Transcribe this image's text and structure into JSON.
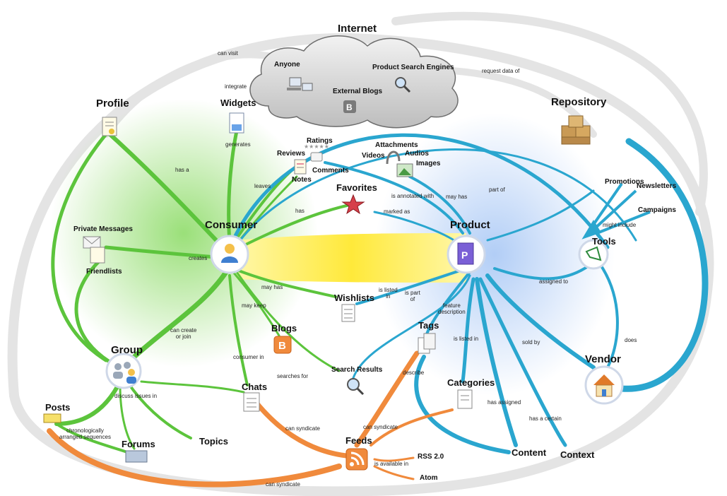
{
  "nodes": {
    "internet": "Internet",
    "anyone": "Anyone",
    "product_search_engines": "Product Search Engines",
    "external_blogs": "External Blogs",
    "profile": "Profile",
    "widgets": "Widgets",
    "repository": "Repository",
    "ratings": "Ratings",
    "reviews": "Reviews",
    "comments": "Comments",
    "notes": "Notes",
    "attachments": "Attachments",
    "videos": "Videos",
    "audios": "Audios",
    "images": "Images",
    "favorites": "Favorites",
    "promotions": "Promotions",
    "newsletters": "Newsletters",
    "campaigns": "Campaigns",
    "private_messages": "Private Messages",
    "friendlists": "Friendlists",
    "consumer": "Consumer",
    "product": "Product",
    "tools": "Tools",
    "wishlists": "Wishlists",
    "blogs": "Blogs",
    "tags": "Tags",
    "group": "Group",
    "search_results": "Search Results",
    "chats": "Chats",
    "categories": "Categories",
    "vendor": "Vendor",
    "posts": "Posts",
    "topics": "Topics",
    "forums": "Forums",
    "feeds": "Feeds",
    "rss": "RSS 2.0",
    "atom": "Atom",
    "content": "Content",
    "context": "Context"
  },
  "edges": {
    "can_visit": "can visit",
    "integrate": "integrate",
    "request_data_of": "request data of",
    "generates": "generates",
    "has_a": "has a",
    "leaves": "leaves",
    "has": "has",
    "is_annotated_with": "is annotated with",
    "may_has": "may has",
    "part_of": "part of",
    "marked_as": "marked as",
    "might_include": "might include",
    "creates": "creates",
    "may_has_2": "may has",
    "may_keep": "may keep",
    "is_listed_in": "is listed\nin",
    "is_part_of": "is part\nof",
    "feature_description": "feature\ndescription",
    "assigned_to": "assigned to",
    "can_create_or_join": "can create\nor join",
    "is_listed_in_2": "is listed in",
    "sold_by": "sold by",
    "does": "does",
    "consumer_in": "consumer in",
    "searches_for": "searches for",
    "describe": "describe",
    "discuss_issues_in": "discuss issues in",
    "has_assigned": "has assigned",
    "has_a_certain": "has a certain",
    "chronologically": "chronologically\narranged sequences",
    "can_syndicate": "can syndicate",
    "can_syndicate_2": "can syndicate",
    "is_available_in": "is available in",
    "can_syndicate_3": "can syndicate"
  },
  "colors": {
    "green": "#5cc43c",
    "blue": "#2aa6cf",
    "orange": "#f08a3c",
    "gray": "#e3e3e3",
    "yellow": "#ffe93a"
  }
}
